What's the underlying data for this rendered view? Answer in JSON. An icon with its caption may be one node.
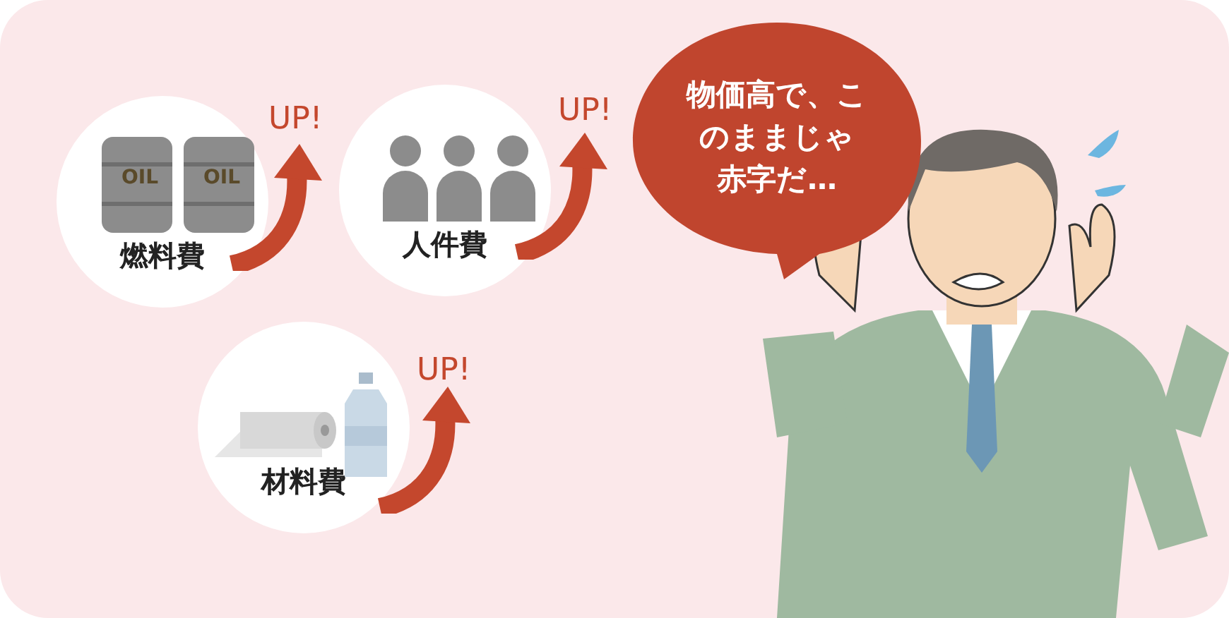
{
  "diagram": {
    "nodes": [
      {
        "text": [
          "燃料費"
        ],
        "beside": [
          "UP!"
        ]
      },
      {
        "text": [
          "人件費"
        ],
        "beside": [
          "UP!"
        ]
      },
      {
        "text": [
          "材料費"
        ],
        "beside": [
          "UP!"
        ]
      },
      {
        "text": [
          "物価高で、このままじゃ赤字だ…"
        ]
      }
    ],
    "labels": [
      "OIL",
      "OIL"
    ]
  }
}
